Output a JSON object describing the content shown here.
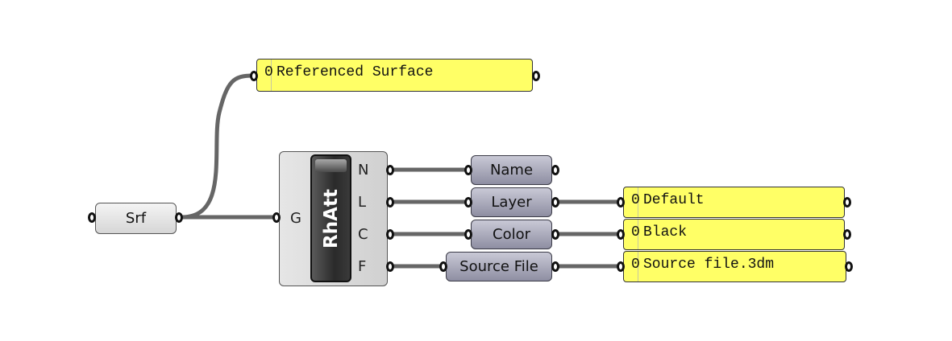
{
  "canvas": {
    "wire_color": "#666666",
    "panel_color": "#ffff66"
  },
  "srf_param": {
    "label": "Srf"
  },
  "referenced_panel": {
    "index": "0",
    "text": "Referenced Surface"
  },
  "rhatt": {
    "title": "RhAtt",
    "input_label": "G",
    "outputs": [
      "N",
      "L",
      "C",
      "F"
    ]
  },
  "params": {
    "name": "Name",
    "layer": "Layer",
    "color": "Color",
    "source_file": "Source File"
  },
  "panels": {
    "default": {
      "index": "0",
      "text": "Default"
    },
    "black": {
      "index": "0",
      "text": "Black"
    },
    "source_file": {
      "index": "0",
      "text": "Source file.3dm"
    }
  }
}
